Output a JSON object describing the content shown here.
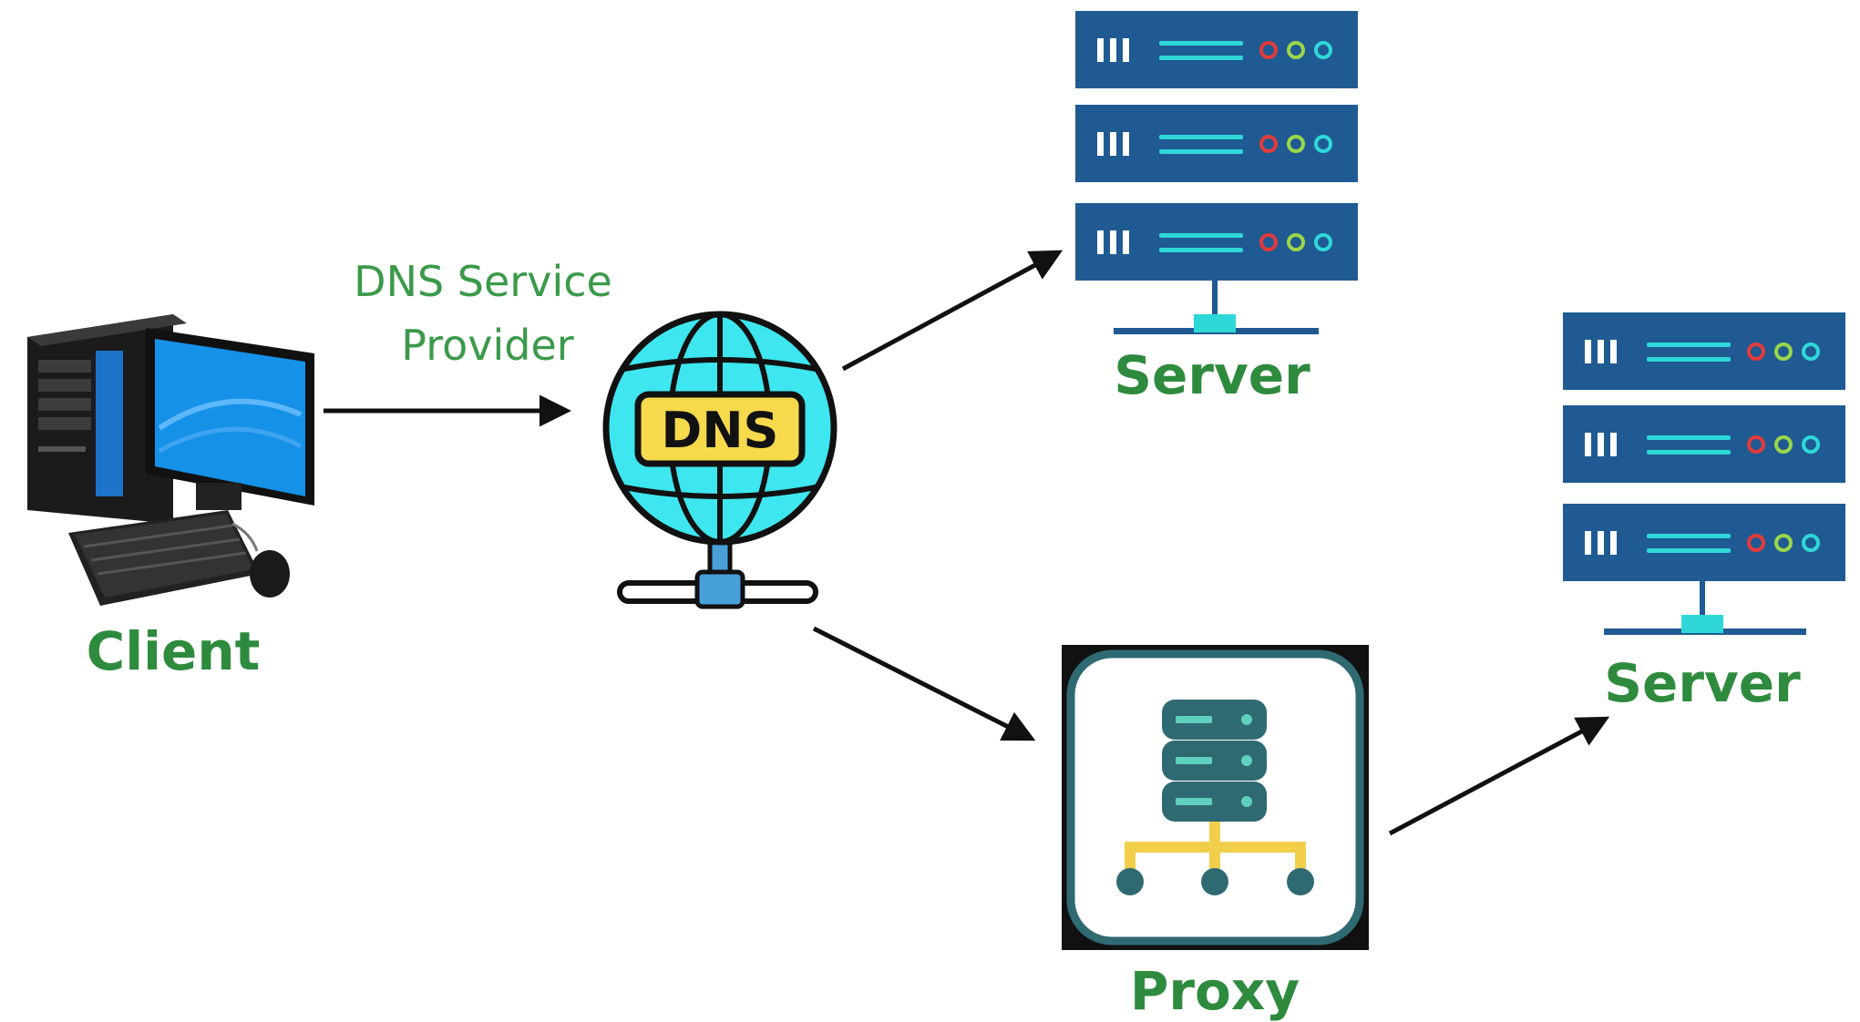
{
  "labels": {
    "client": "Client",
    "dns_provider_line1": "DNS Service",
    "dns_provider_line2": "Provider",
    "dns_badge": "DNS",
    "server_top": "Server",
    "server_right": "Server",
    "proxy": "Proxy"
  },
  "colors": {
    "label_green": "#2e8b3e",
    "provider_green": "#3a9a4a",
    "server_blue": "#1f5a92",
    "accent_cyan": "#2fd8d8",
    "dns_globe": "#3ee6ef",
    "dns_badge": "#f6d94c",
    "proxy_teal": "#2f6a73",
    "proxy_yellow": "#f2cf4a",
    "arrow": "#111111"
  }
}
